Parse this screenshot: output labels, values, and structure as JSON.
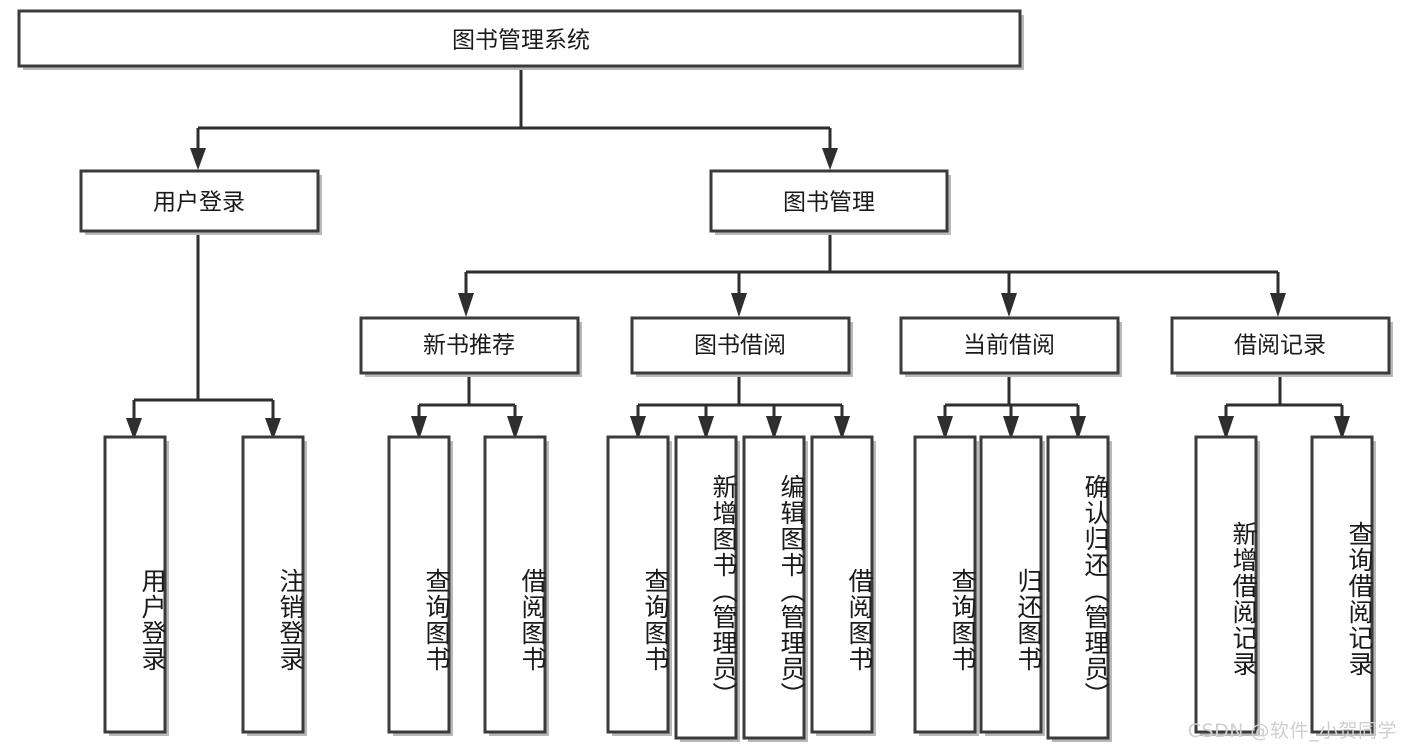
{
  "diagram": {
    "type": "tree-hierarchy",
    "title": "图书管理系统",
    "orientation": "top-down",
    "colors": {
      "box_fill": "#ffffff",
      "box_stroke": "#3b3b3b",
      "edge": "#2e2e2e",
      "shadow": "#b9b9b9",
      "text": "#1a1a1a",
      "watermark": "#cfcfcf"
    },
    "root": {
      "label": "图书管理系统"
    },
    "level2": [
      {
        "label": "用户登录"
      },
      {
        "label": "图书管理"
      }
    ],
    "level3": [
      {
        "label": "新书推荐"
      },
      {
        "label": "图书借阅"
      },
      {
        "label": "当前借阅"
      },
      {
        "label": "借阅记录"
      }
    ],
    "leaves": {
      "user_login": [
        {
          "label": "用户登录"
        },
        {
          "label": "注销登录"
        }
      ],
      "new_book": [
        {
          "label": "查询图书"
        },
        {
          "label": "借阅图书"
        }
      ],
      "book_borrow": [
        {
          "label": "查询图书"
        },
        {
          "label": "新增图书（管理员）"
        },
        {
          "label": "编辑图书（管理员）"
        },
        {
          "label": "借阅图书"
        }
      ],
      "current_borrow": [
        {
          "label": "查询图书"
        },
        {
          "label": "归还图书"
        },
        {
          "label": "确认归还（管理员）"
        }
      ],
      "borrow_record": [
        {
          "label": "新增借阅记录"
        },
        {
          "label": "查询借阅记录"
        }
      ]
    }
  },
  "watermark": {
    "text": "CSDN @软件_小贺同学"
  }
}
